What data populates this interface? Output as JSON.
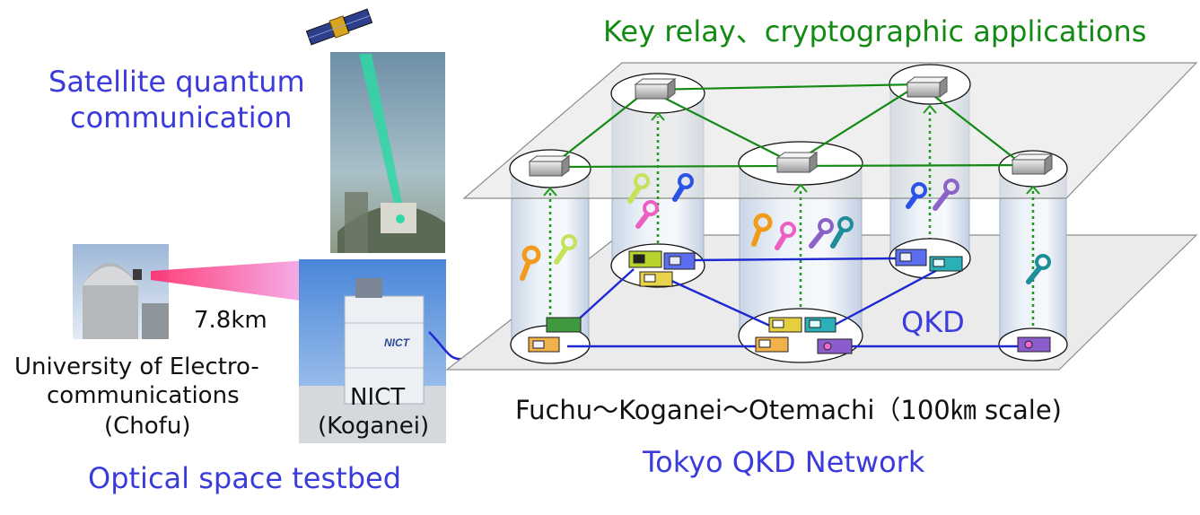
{
  "labels": {
    "satellite_line1": "Satellite quantum",
    "satellite_line2": "communication",
    "distance": "7.8km",
    "uec_line1": "University of Electro-",
    "uec_line2": "communications",
    "uec_line3": "(Chofu)",
    "nict_line1": "NICT",
    "nict_line2": "(Koganei)",
    "optical_testbed": "Optical space testbed",
    "key_relay": "Key relay、cryptographic applications",
    "qkd": "QKD",
    "route": "Fuchu～Koganei～Otemachi（100㎞ scale)",
    "tokyo_network": "Tokyo QKD Network",
    "nict_logo": "NICT"
  },
  "colors": {
    "label_blue": "#3b3bdc",
    "relay_green": "#138a13",
    "qkd_link_blue": "#1e28d2",
    "key_orange": "#f29a1c",
    "key_pink": "#ee5fc4",
    "key_lime": "#c5e35a",
    "key_blue": "#2a52e6",
    "key_purple": "#8c62c8",
    "key_teal": "#1f8e9a",
    "laser_green": "#2fd7a6",
    "laser_pink": "#f068c8"
  },
  "icons": [
    "satellite-icon",
    "key-icon",
    "server-box-icon",
    "qkd-device-icon",
    "observatory-dome-icon",
    "ground-station-icon"
  ]
}
